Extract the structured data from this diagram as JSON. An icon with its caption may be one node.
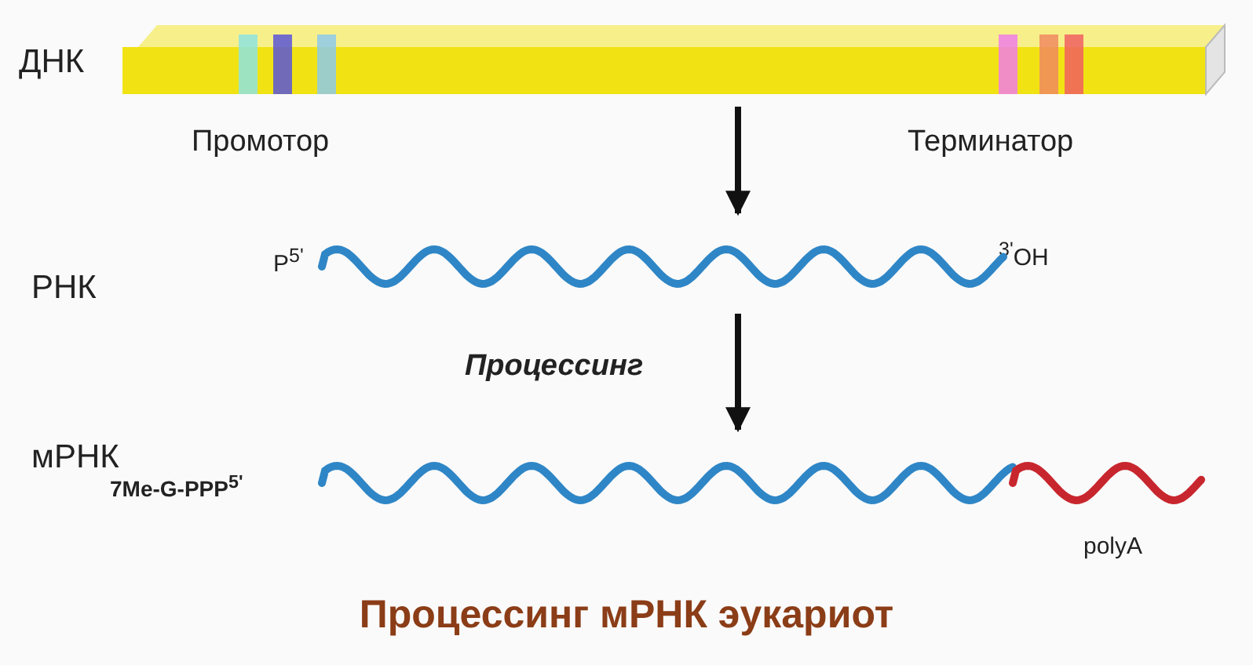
{
  "diagram": {
    "caption": "Процессинг мРНК эукариот",
    "nodes": [
      {
        "text": [
          "ДНК"
        ],
        "beside": [
          "Промотор",
          "Терминатор"
        ]
      },
      {
        "text": [
          "РНК"
        ]
      },
      {
        "text": [
          "мРНК"
        ],
        "beside": [
          "polyA"
        ]
      }
    ],
    "edges": [
      {
        "from": 0,
        "to": 1,
        "arrow": "to"
      },
      {
        "from": 1,
        "to": 2,
        "arrow": "to",
        "label": "Процессинг"
      }
    ],
    "labels": [
      "P$^{5'}$",
      "$^{3'}$OH",
      "7Me-G-PPP$^{5'}$"
    ]
  }
}
